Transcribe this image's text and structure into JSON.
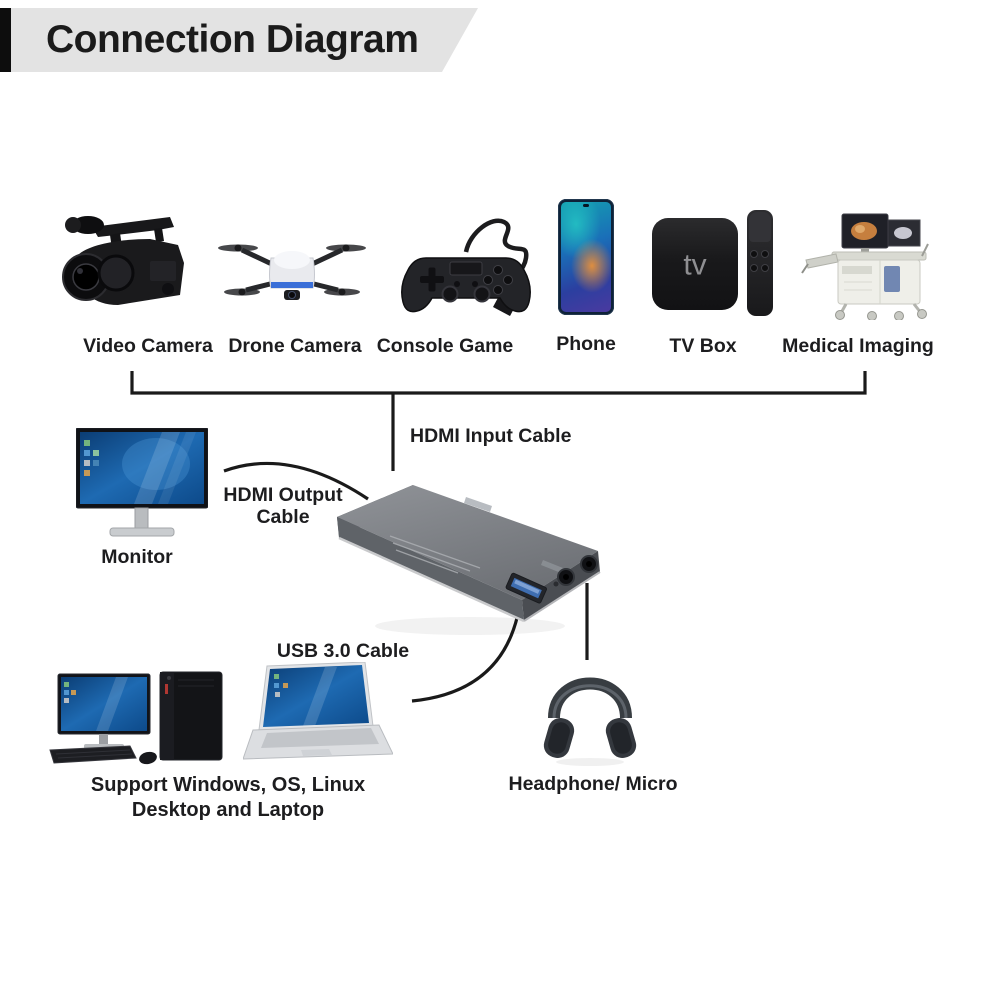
{
  "title": "Connection Diagram",
  "source_devices": {
    "items": [
      {
        "name": "video-camera",
        "label": "Video Camera"
      },
      {
        "name": "drone-camera",
        "label": "Drone Camera"
      },
      {
        "name": "console-game",
        "label": "Console Game"
      },
      {
        "name": "phone",
        "label": "Phone"
      },
      {
        "name": "tv-box",
        "label": "TV Box",
        "logo": "tv"
      },
      {
        "name": "medical-imaging",
        "label": "Medical Imaging"
      }
    ]
  },
  "cables": {
    "hdmi_input_label": "HDMI Input Cable",
    "hdmi_output_label_line1": "HDMI Output",
    "hdmi_output_label_line2": "Cable",
    "usb_label": "USB 3.0 Cable"
  },
  "outputs": {
    "monitor_label": "Monitor",
    "computer_caption_line1": "Support Windows, OS, Linux",
    "computer_caption_line2": "Desktop and Laptop",
    "headphone_label": "Headphone/ Micro"
  },
  "colors": {
    "background": "#ffffff",
    "banner_bg": "#e3e3e3",
    "banner_accent": "#0d0d0d",
    "label_text": "#1d1d1f",
    "connector_line": "#1a1a1a",
    "capture_card_top": "#85888c",
    "capture_card_front": "#5f6368",
    "usb_port_blue": "#3e6db0"
  }
}
